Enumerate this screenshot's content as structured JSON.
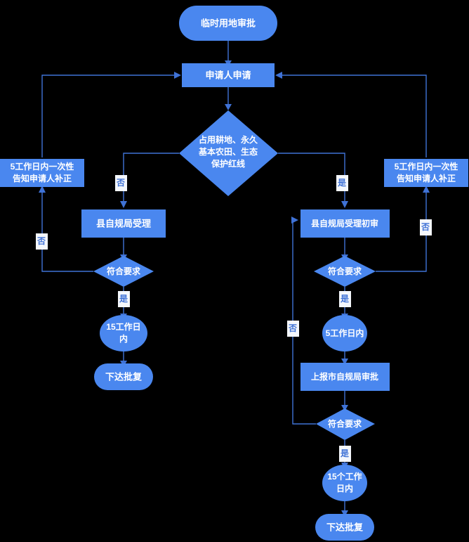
{
  "diagram": {
    "title": "临时用地审批",
    "background_color": "#000000",
    "node_fill": "#4a87ef",
    "node_text_color": "#ffffff",
    "edge_color": "#3f72d6",
    "edge_label_bg": "#f4f7fc",
    "nodes": [
      {
        "id": "start",
        "shape": "stadium",
        "label": "临时用地审批"
      },
      {
        "id": "apply",
        "shape": "rect",
        "label": "申请人申请"
      },
      {
        "id": "decision_land",
        "shape": "diamond",
        "label_lines": [
          "占用耕地、永久",
          "基本农田、生态",
          "保护红线"
        ]
      },
      {
        "id": "notify_left",
        "shape": "rect",
        "label_lines": [
          "5工作日内一次性",
          "告知申请人补正"
        ]
      },
      {
        "id": "notify_right",
        "shape": "rect",
        "label_lines": [
          "5工作日内一次性",
          "告知申请人补正"
        ]
      },
      {
        "id": "accept_left",
        "shape": "rect",
        "label": "县自规局受理"
      },
      {
        "id": "accept_right",
        "shape": "rect",
        "label": "县自规局受理初审"
      },
      {
        "id": "check_left",
        "shape": "diamond",
        "label": "符合要求"
      },
      {
        "id": "check_right",
        "shape": "diamond",
        "label": "符合要求"
      },
      {
        "id": "days15_left",
        "shape": "ellipse",
        "label_lines": [
          "15工作日",
          "内"
        ]
      },
      {
        "id": "reply_left",
        "shape": "stadium",
        "label": "下达批复"
      },
      {
        "id": "days5_right",
        "shape": "ellipse",
        "label": "5工作日内"
      },
      {
        "id": "submit_city",
        "shape": "rect",
        "label": "上报市自规局审批"
      },
      {
        "id": "check_city",
        "shape": "diamond",
        "label": "符合要求"
      },
      {
        "id": "days15_right",
        "shape": "ellipse",
        "label_lines": [
          "15个工作",
          "日内"
        ]
      },
      {
        "id": "reply_right",
        "shape": "stadium",
        "label": "下达批复"
      }
    ],
    "edge_labels": {
      "land_no": "否",
      "land_yes": "是",
      "left_check_no": "否",
      "left_check_yes": "是",
      "right_check_no": "否",
      "right_check_yes": "是",
      "city_check_no": "否",
      "city_check_yes": "是"
    }
  }
}
